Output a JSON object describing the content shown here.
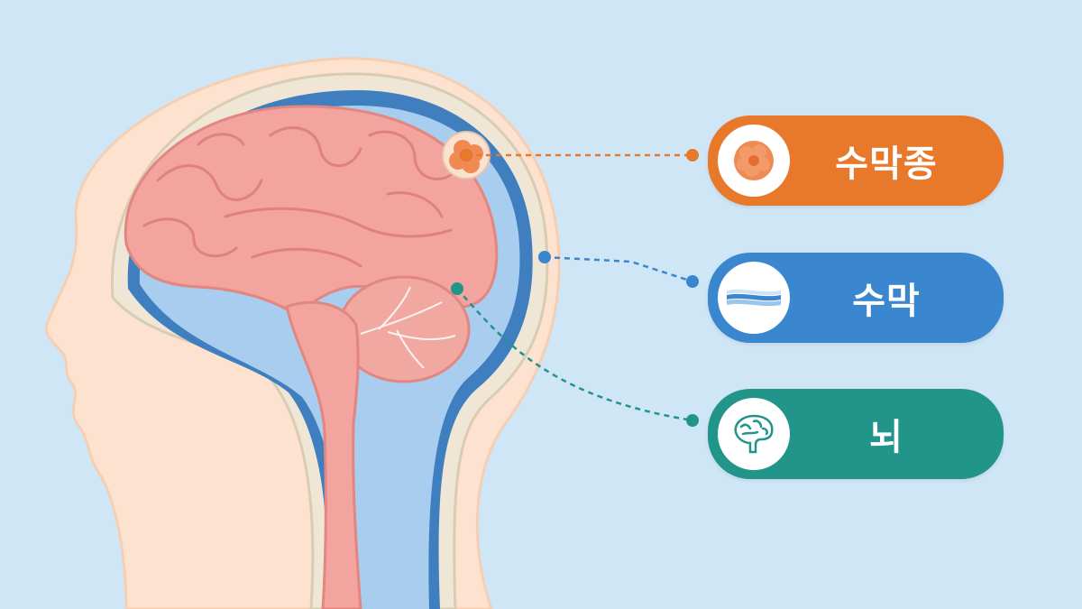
{
  "labels": [
    {
      "id": "meningioma",
      "text": "수막종",
      "icon": "tumor-icon",
      "color": "#e8782a"
    },
    {
      "id": "meninges",
      "text": "수막",
      "icon": "membrane-layers-icon",
      "color": "#3a86cf"
    },
    {
      "id": "brain",
      "text": "뇌",
      "icon": "brain-outline-icon",
      "color": "#21958a"
    }
  ],
  "colors": {
    "background": "#cfe6f7",
    "skin": "#fde2cf",
    "brain": "#f3a49f",
    "meninges_blue": "#3f7fc0",
    "tumor": "#ef8a52"
  }
}
